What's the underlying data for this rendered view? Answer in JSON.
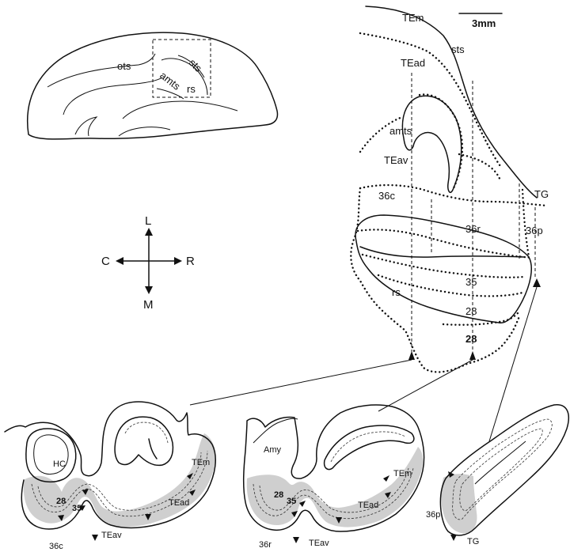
{
  "scale_bar": "3mm",
  "brain_view": {
    "labels": [
      "ots",
      "amts",
      "sts",
      "rs"
    ]
  },
  "compass": {
    "lateral": "L",
    "medial": "M",
    "caudal": "C",
    "rostral": "R"
  },
  "map": {
    "labels": {
      "tem": "TEm",
      "tead": "TEad",
      "sts": "sts",
      "amts": "amts",
      "teav": "TEav",
      "a36c": "36c",
      "tg": "TG",
      "a36r": "36r",
      "a36p": "36p",
      "a35": "35",
      "rs": "rs",
      "a28": "28",
      "a28b": "28"
    }
  },
  "section1": {
    "hc": "HC",
    "tem": "TEm",
    "tead": "TEad",
    "teav": "TEav",
    "a28": "28",
    "a35": "35",
    "a36c": "36c"
  },
  "section2": {
    "amy": "Amy",
    "tem": "TEm",
    "tead": "TEad",
    "teav": "TEav",
    "a28": "28",
    "a35": "35",
    "a36r": "36r"
  },
  "section3": {
    "a36p": "36p",
    "tg": "TG"
  }
}
